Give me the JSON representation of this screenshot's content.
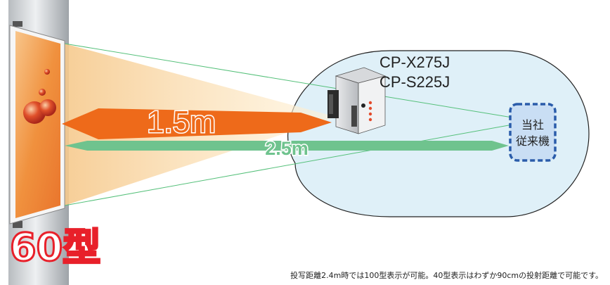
{
  "models": [
    "CP-X275J",
    "CP-S225J"
  ],
  "distance_short": "1.5m",
  "distance_long": "2.5m",
  "competitor_label": [
    "当社",
    "従来機"
  ],
  "screen_size_label": "60型",
  "footnote": "投写距離2.4m時では100型表示が可能。40型表示はわずか90cmの投射距離で可能です。",
  "colors": {
    "orange": "#ee6a1a",
    "green": "#6fc38e",
    "cloud_fill": "#dff0f8",
    "dashed_blue": "#2a5caa",
    "red_label": "#e8202a"
  }
}
